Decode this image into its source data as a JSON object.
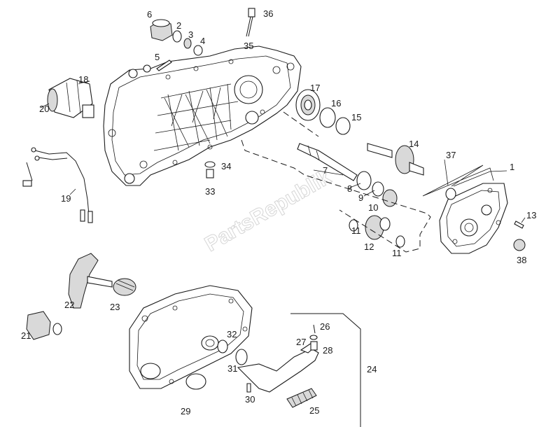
{
  "watermark": "PartsRepublik",
  "callouts": [
    "1",
    "2",
    "3",
    "4",
    "5",
    "6",
    "7",
    "8",
    "9",
    "10",
    "11",
    "11",
    "12",
    "13",
    "14",
    "15",
    "16",
    "17",
    "18",
    "19",
    "20",
    "21",
    "22",
    "23",
    "24",
    "25",
    "26",
    "27",
    "28",
    "29",
    "30",
    "31",
    "32",
    "33",
    "34",
    "35",
    "36",
    "37",
    "38"
  ]
}
